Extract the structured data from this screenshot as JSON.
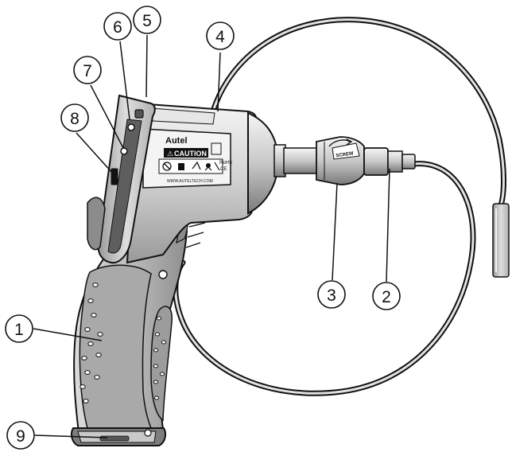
{
  "brand": "Autel",
  "caution_label": "CAUTION",
  "caution_symbol": "⚠",
  "rohs_label": "RoHS",
  "ce_mark": "CE",
  "website": "WWW.AUTELTECH.COM",
  "connector_label": "SCREW",
  "callouts": {
    "c1": "1",
    "c2": "2",
    "c3": "3",
    "c4": "4",
    "c5": "5",
    "c6": "6",
    "c7": "7",
    "c8": "8",
    "c9": "9"
  },
  "colors": {
    "outline": "#111111",
    "body_gray": "#cfcfcf",
    "body_light": "#ececec",
    "body_dark": "#8a8a8a",
    "label_black": "#111111",
    "background": "#ffffff"
  }
}
